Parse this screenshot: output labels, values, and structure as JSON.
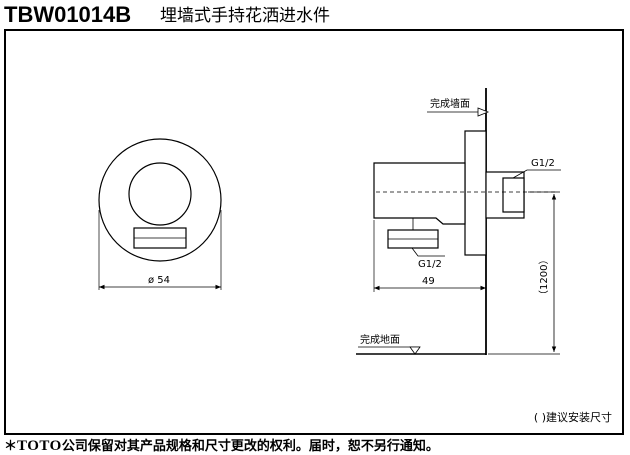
{
  "header": {
    "model_code": "TBW01014B",
    "product_name": "埋墙式手持花洒进水件"
  },
  "drawing": {
    "front_view": {
      "diameter_label": "ø 54"
    },
    "side_view": {
      "finished_wall_label": "完成墙面",
      "finished_floor_label": "完成地面",
      "thread_top_label": "G1/2",
      "thread_bottom_label": "G1/2",
      "depth_label": "49",
      "height_label": "（1200）"
    },
    "note": "(  )建议安装尺寸"
  },
  "footer": {
    "prefix": "＊",
    "brand": "TOTO",
    "disclaimer": "公司保留对其产品规格和尺寸更改的权利。届时，恕不另行通知。"
  }
}
